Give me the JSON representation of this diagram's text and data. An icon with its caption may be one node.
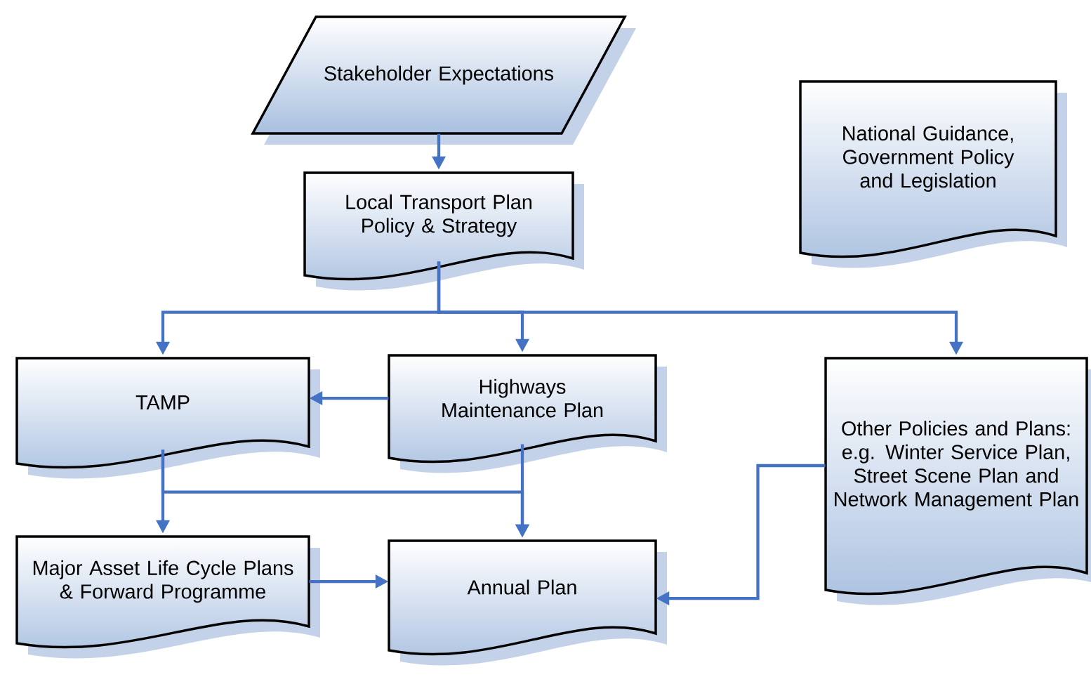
{
  "diagram": {
    "nodes": [
      {
        "text": [
          "Stakeholder Expectations"
        ]
      },
      {
        "text": [
          "Local Transport Plan Policy & Strategy"
        ]
      },
      {
        "text": [
          "National Guidance, Government Policy and Legislation"
        ]
      },
      {
        "text": [
          "TAMP"
        ]
      },
      {
        "text": [
          "Highways Maintenance Plan"
        ]
      },
      {
        "text": [
          "Other Policies and Plans: e.g. Winter Service Plan, Street Scene Plan and Network Management Plan"
        ]
      },
      {
        "text": [
          "Major Asset Life Cycle Plans & Forward Programme"
        ]
      },
      {
        "text": [
          "Annual Plan"
        ]
      }
    ],
    "edges": [
      {
        "from": 0,
        "to": 1,
        "arrow": "to"
      },
      {
        "from": 1,
        "to": 3,
        "arrow": "to"
      },
      {
        "from": 1,
        "to": 4,
        "arrow": "to"
      },
      {
        "from": 1,
        "to": 5,
        "arrow": "to"
      },
      {
        "from": 4,
        "to": 3,
        "arrow": "to"
      },
      {
        "from": 3,
        "to": 6,
        "arrow": "to"
      },
      {
        "from": 3,
        "to": 7,
        "arrow": "to"
      },
      {
        "from": 4,
        "to": 7,
        "arrow": "to"
      },
      {
        "from": 6,
        "to": 7,
        "arrow": "to"
      },
      {
        "from": 5,
        "to": 7,
        "arrow": "to"
      }
    ]
  }
}
